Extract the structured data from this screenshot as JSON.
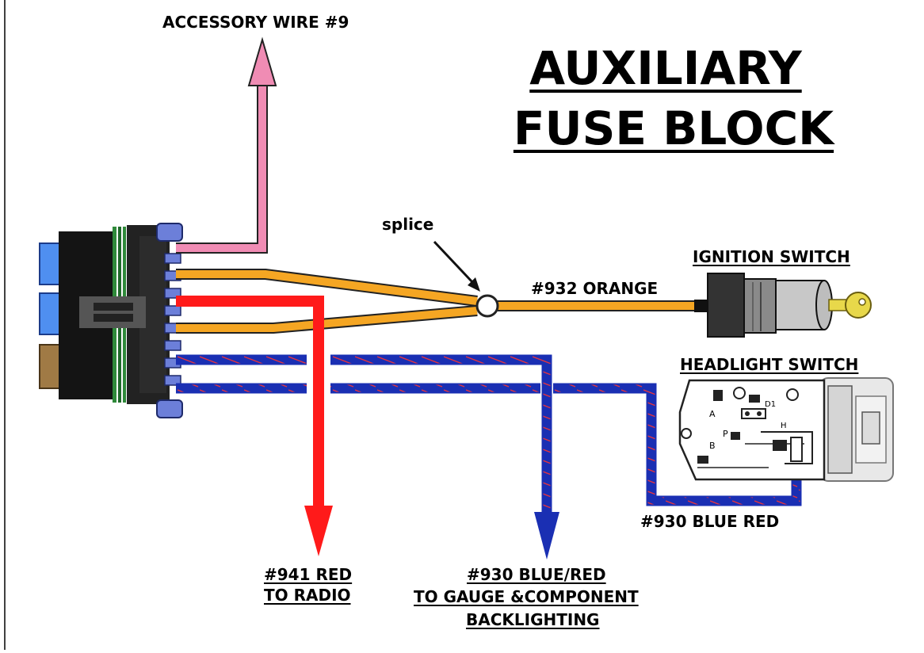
{
  "title": {
    "line1": "AUXILIARY",
    "line2": "FUSE BLOCK"
  },
  "labels": {
    "accessory_wire": "ACCESSORY WIRE #9",
    "splice": "splice",
    "orange_wire": "#932 ORANGE",
    "ignition_switch": "IGNITION SWITCH",
    "headlight_switch": "HEADLIGHT SWITCH",
    "blue_red_headlight": "#930 BLUE RED",
    "red_radio_line1": "#941 RED",
    "red_radio_line2": "TO RADIO",
    "backlight_line1": "#930 BLUE/RED",
    "backlight_line2": "TO GAUGE &COMPONENT",
    "backlight_line3": "BACKLIGHTING"
  },
  "switch_letters": {
    "a": "A",
    "d1": "D1",
    "p": "P",
    "b": "B",
    "h": "H"
  },
  "colors": {
    "pink_wire": "#f08cb4",
    "orange_wire": "#f5a623",
    "red_wire": "#ff1a1a",
    "blue_wire": "#1a2fb3",
    "connector_body": "#1b1b1b",
    "connector_tab": "#6c7fd9",
    "key": "#e8d84a"
  }
}
